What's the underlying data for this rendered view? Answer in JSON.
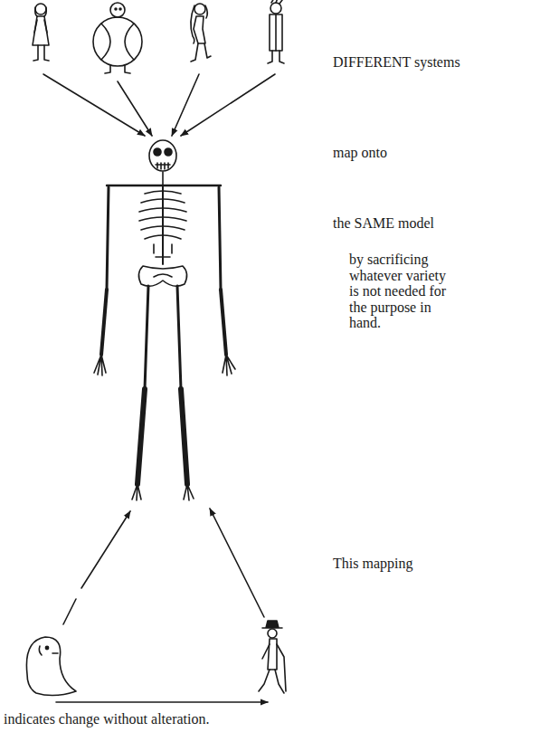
{
  "diagram": {
    "labels": [
      "DIFFERENT systems",
      "map onto",
      "the SAME model",
      "by sacrificing whatever variety is not needed for the purpose in hand.",
      "This mapping",
      "indicates change without alteration."
    ]
  }
}
